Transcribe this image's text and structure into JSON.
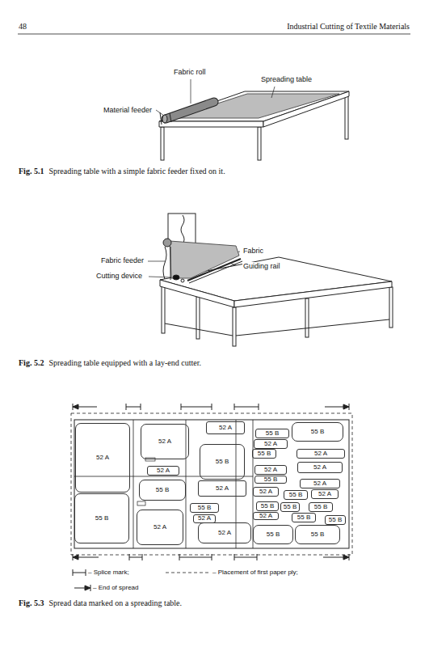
{
  "diagram": {
    "nodes": [
      {
        "text": [
          "52 A"
        ]
      },
      {
        "text": [
          "55 B"
        ]
      },
      {
        "text": [
          "55 B"
        ]
      },
      {
        "text": [
          "52 A"
        ]
      },
      {
        "text": [
          "52 A"
        ]
      },
      {
        "text": [
          "55 B"
        ]
      },
      {
        "text": [
          "52 A"
        ]
      },
      {
        "text": [
          "52 A"
        ]
      },
      {
        "text": [
          "55 B"
        ]
      },
      {
        "text": [
          "52 A"
        ]
      },
      {
        "text": [
          "52 A"
        ]
      },
      {
        "text": [
          "52 A"
        ]
      },
      {
        "text": [
          "55 B"
        ]
      },
      {
        "text": [
          "52 A"
        ]
      },
      {
        "text": [
          "52 A"
        ]
      },
      {
        "text": [
          "55 B"
        ]
      },
      {
        "text": [
          "52 A"
        ]
      },
      {
        "text": [
          "52 A"
        ]
      },
      {
        "text": [
          "55 B"
        ]
      },
      {
        "text": [
          "55 B"
        ]
      },
      {
        "text": [
          "55 B"
        ]
      },
      {
        "text": [
          "55 B"
        ]
      },
      {
        "text": [
          "55 B"
        ]
      },
      {
        "text": [
          "52 A"
        ]
      },
      {
        "text": [
          "55 B"
        ]
      },
      {
        "text": [
          "52 A"
        ]
      },
      {
        "text": [
          "55 B"
        ]
      },
      {
        "text": [
          "55 B"
        ]
      },
      {
        "text": [
          "52 A"
        ]
      },
      {
        "text": [
          "52 A"
        ]
      },
      {
        "text": [
          "55 B"
        ]
      },
      {
        "text": [
          "55 B"
        ]
      }
    ],
    "labels": [
      "48",
      "Industrial Cutting of Textile Materials",
      "Fabric roll",
      "Spreading table",
      "Material feeder",
      "Fig. 5.1",
      "Spreading table with a simple fabric feeder fixed on it.",
      "Fabric",
      "Guiding rail",
      "Fabric feeder",
      "Cutting device",
      "Fig. 5.2",
      "Spreading table equipped with a lay-end cutter.",
      "Fig. 5.3",
      "Spread data marked on a spreading table."
    ],
    "legend": [
      {
        "text": "– Splice mark;"
      },
      {
        "text": "– Placement of first paper ply;"
      },
      {
        "text": "– End of spread"
      }
    ]
  }
}
